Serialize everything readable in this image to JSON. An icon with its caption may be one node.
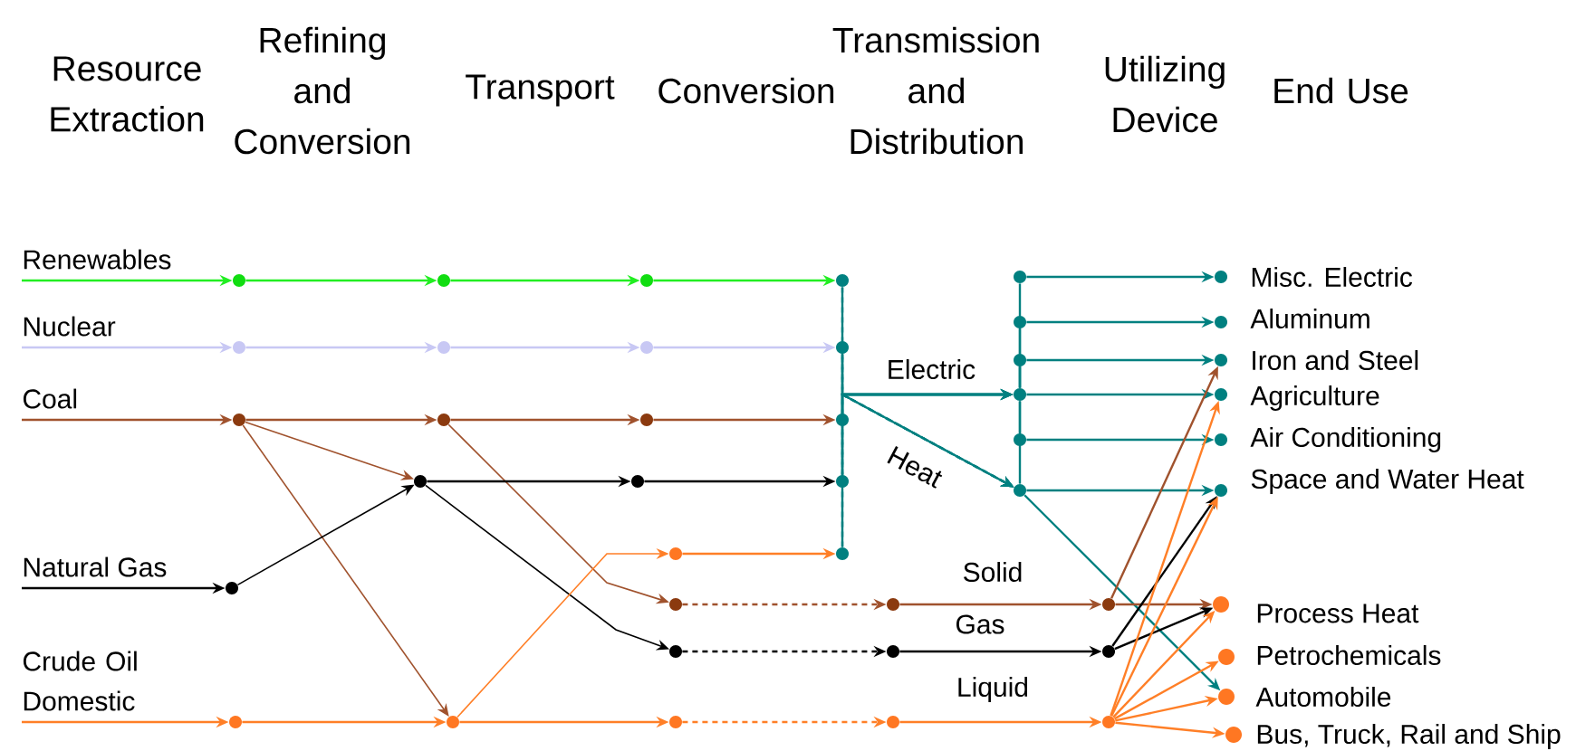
{
  "diagram": {
    "nodes": [
      {
        "text": [
          "Renewables"
        ]
      },
      {
        "text": [
          "Nuclear"
        ]
      },
      {
        "text": [
          "Coal"
        ]
      },
      {
        "text": [
          "Natural Gas"
        ]
      },
      {
        "text": [
          "Crude Oil Domestic"
        ]
      },
      {
        "text": [],
        "shape": "circle"
      },
      {
        "text": [],
        "shape": "circle"
      },
      {
        "text": [],
        "shape": "circle"
      },
      {
        "text": [],
        "shape": "circle"
      },
      {
        "text": [],
        "shape": "circle"
      },
      {
        "text": [],
        "shape": "circle"
      },
      {
        "text": [],
        "shape": "circle"
      },
      {
        "text": [],
        "shape": "circle"
      },
      {
        "text": [],
        "shape": "circle"
      },
      {
        "text": [],
        "shape": "circle"
      },
      {
        "text": [],
        "shape": "circle"
      },
      {
        "text": [],
        "shape": "circle"
      },
      {
        "text": [],
        "shape": "circle"
      },
      {
        "text": [],
        "shape": "circle"
      },
      {
        "text": [],
        "shape": "circle"
      },
      {
        "text": [],
        "shape": "circle"
      },
      {
        "text": [],
        "shape": "circle"
      },
      {
        "text": [],
        "shape": "circle"
      },
      {
        "text": [],
        "shape": "circle"
      },
      {
        "text": [],
        "shape": "circle"
      },
      {
        "text": [],
        "shape": "circle"
      },
      {
        "text": [],
        "shape": "circle"
      },
      {
        "text": [],
        "shape": "circle"
      },
      {
        "text": [],
        "shape": "circle"
      },
      {
        "text": [],
        "shape": "circle"
      },
      {
        "text": [],
        "shape": "circle"
      },
      {
        "text": [],
        "shape": "circle"
      },
      {
        "text": [],
        "shape": "circle"
      },
      {
        "text": [],
        "shape": "circle"
      },
      {
        "text": [],
        "shape": "circle"
      },
      {
        "text": [],
        "shape": "circle"
      },
      {
        "text": [],
        "shape": "circle"
      },
      {
        "text": [],
        "shape": "circle"
      },
      {
        "text": [],
        "shape": "circle"
      },
      {
        "text": [],
        "shape": "circle"
      },
      {
        "text": [],
        "shape": "circle",
        "beside": [
          "Misc. Electric"
        ]
      },
      {
        "text": [],
        "shape": "circle",
        "beside": [
          "Aluminum"
        ]
      },
      {
        "text": [],
        "shape": "circle",
        "beside": [
          "Iron and Steel"
        ]
      },
      {
        "text": [],
        "shape": "circle",
        "beside": [
          "Agriculture"
        ]
      },
      {
        "text": [],
        "shape": "circle",
        "beside": [
          "Air Conditioning"
        ]
      },
      {
        "text": [],
        "shape": "circle",
        "beside": [
          "Space and Water Heat"
        ]
      },
      {
        "text": [],
        "shape": "circle",
        "beside": [
          "Process Heat"
        ]
      },
      {
        "text": [],
        "shape": "circle",
        "beside": [
          "Petrochemicals"
        ]
      },
      {
        "text": [],
        "shape": "circle",
        "beside": [
          "Automobile"
        ]
      },
      {
        "text": [],
        "shape": "circle",
        "beside": [
          "Bus, Truck, Rail and Ship"
        ]
      }
    ],
    "edges": [
      {
        "from": 0,
        "to": 5,
        "arrow": "to",
        "color": "#22ee22"
      },
      {
        "from": 5,
        "to": 6,
        "arrow": "to",
        "color": "#22ee22"
      },
      {
        "from": 6,
        "to": 7,
        "arrow": "to",
        "color": "#22ee22"
      },
      {
        "from": 7,
        "to": 8,
        "arrow": "to",
        "color": "#22ee22"
      },
      {
        "from": 1,
        "to": 9,
        "arrow": "to",
        "color": "#c8c8f4"
      },
      {
        "from": 9,
        "to": 10,
        "arrow": "to",
        "color": "#c8c8f4"
      },
      {
        "from": 10,
        "to": 11,
        "arrow": "to",
        "color": "#c8c8f4"
      },
      {
        "from": 11,
        "to": 12,
        "arrow": "to",
        "color": "#c8c8f4"
      },
      {
        "from": 2,
        "to": 13,
        "arrow": "to",
        "color": "#a0522d"
      },
      {
        "from": 13,
        "to": 14,
        "arrow": "to",
        "color": "#a0522d"
      },
      {
        "from": 14,
        "to": 15,
        "arrow": "to",
        "color": "#a0522d"
      },
      {
        "from": 15,
        "to": 16,
        "arrow": "to",
        "color": "#a0522d"
      },
      {
        "from": 13,
        "to": 17,
        "arrow": "to",
        "color": "#a0522d"
      },
      {
        "from": 13,
        "to": 30,
        "arrow": "to",
        "color": "#a0522d"
      },
      {
        "from": 14,
        "to": 23,
        "arrow": "to",
        "color": "#a0522d"
      },
      {
        "from": 3,
        "to": 20,
        "arrow": "to",
        "color": "#000000"
      },
      {
        "from": 20,
        "to": 17,
        "arrow": "to",
        "color": "#000000"
      },
      {
        "from": 17,
        "to": 18,
        "arrow": "to",
        "color": "#000000"
      },
      {
        "from": 18,
        "to": 19,
        "arrow": "to",
        "color": "#000000"
      },
      {
        "from": 17,
        "to": 26,
        "arrow": "to",
        "color": "#000000"
      },
      {
        "from": 4,
        "to": 29,
        "arrow": "to",
        "color": "#ff7f27"
      },
      {
        "from": 29,
        "to": 30,
        "arrow": "to",
        "color": "#ff7f27"
      },
      {
        "from": 30,
        "to": 21,
        "arrow": "to",
        "color": "#ff7f27"
      },
      {
        "from": 21,
        "to": 22,
        "arrow": "to",
        "color": "#ff7f27"
      },
      {
        "from": 30,
        "to": 31,
        "arrow": "to",
        "color": "#ff7f27"
      },
      {
        "from": 23,
        "to": 24,
        "arrow": "to",
        "style": "dashed",
        "color": "#a0522d"
      },
      {
        "from": 26,
        "to": 27,
        "arrow": "to",
        "style": "dashed",
        "color": "#000000"
      },
      {
        "from": 31,
        "to": 32,
        "arrow": "to",
        "style": "dashed",
        "color": "#ff7f27"
      },
      {
        "from": 24,
        "to": 25,
        "arrow": "to",
        "label": "Solid",
        "color": "#a0522d"
      },
      {
        "from": 27,
        "to": 28,
        "arrow": "to",
        "label": "Gas",
        "color": "#000000"
      },
      {
        "from": 32,
        "to": 33,
        "arrow": "to",
        "label": "Liquid",
        "color": "#ff7f27"
      },
      {
        "from": 8,
        "to": 37,
        "arrow": "to",
        "label": "Electric"
      },
      {
        "from": 12,
        "to": 37,
        "arrow": "to"
      },
      {
        "from": 16,
        "to": 37,
        "arrow": "to"
      },
      {
        "from": 19,
        "to": 37,
        "arrow": "to"
      },
      {
        "from": 22,
        "to": 37,
        "arrow": "to"
      },
      {
        "from": 8,
        "to": 39,
        "arrow": "to",
        "style": "dashed",
        "label": "Heat"
      },
      {
        "from": 12,
        "to": 39,
        "arrow": "to",
        "style": "dashed"
      },
      {
        "from": 16,
        "to": 39,
        "arrow": "to",
        "style": "dashed"
      },
      {
        "from": 19,
        "to": 39,
        "arrow": "to",
        "style": "dashed"
      },
      {
        "from": 22,
        "to": 39,
        "arrow": "to",
        "style": "dashed"
      },
      {
        "from": 37,
        "to": 34,
        "arrow": "none"
      },
      {
        "from": 37,
        "to": 35,
        "arrow": "none"
      },
      {
        "from": 37,
        "to": 36,
        "arrow": "none"
      },
      {
        "from": 37,
        "to": 38,
        "arrow": "none"
      },
      {
        "from": 37,
        "to": 39,
        "arrow": "none"
      },
      {
        "from": 34,
        "to": 40,
        "arrow": "to"
      },
      {
        "from": 35,
        "to": 41,
        "arrow": "to"
      },
      {
        "from": 36,
        "to": 42,
        "arrow": "to"
      },
      {
        "from": 37,
        "to": 43,
        "arrow": "to"
      },
      {
        "from": 38,
        "to": 44,
        "arrow": "to"
      },
      {
        "from": 39,
        "to": 45,
        "arrow": "to"
      },
      {
        "from": 39,
        "to": 48,
        "arrow": "to"
      },
      {
        "from": 25,
        "to": 42,
        "arrow": "to",
        "color": "#a0522d"
      },
      {
        "from": 25,
        "to": 46,
        "arrow": "to",
        "color": "#a0522d"
      },
      {
        "from": 28,
        "to": 45,
        "arrow": "to",
        "color": "#000000"
      },
      {
        "from": 28,
        "to": 46,
        "arrow": "to",
        "color": "#000000"
      },
      {
        "from": 33,
        "to": 43,
        "arrow": "to",
        "color": "#ff7f27"
      },
      {
        "from": 33,
        "to": 45,
        "arrow": "to",
        "color": "#ff7f27"
      },
      {
        "from": 33,
        "to": 46,
        "arrow": "to",
        "color": "#ff7f27"
      },
      {
        "from": 33,
        "to": 47,
        "arrow": "to",
        "color": "#ff7f27"
      },
      {
        "from": 33,
        "to": 48,
        "arrow": "to",
        "color": "#ff7f27"
      },
      {
        "from": 33,
        "to": 49,
        "arrow": "to",
        "color": "#ff7f27"
      }
    ],
    "labels": [
      "Resource Extraction",
      "Refining and Conversion",
      "Transport",
      "Conversion",
      "Transmission and Distribution",
      "Utilizing Device",
      "End Use"
    ]
  }
}
